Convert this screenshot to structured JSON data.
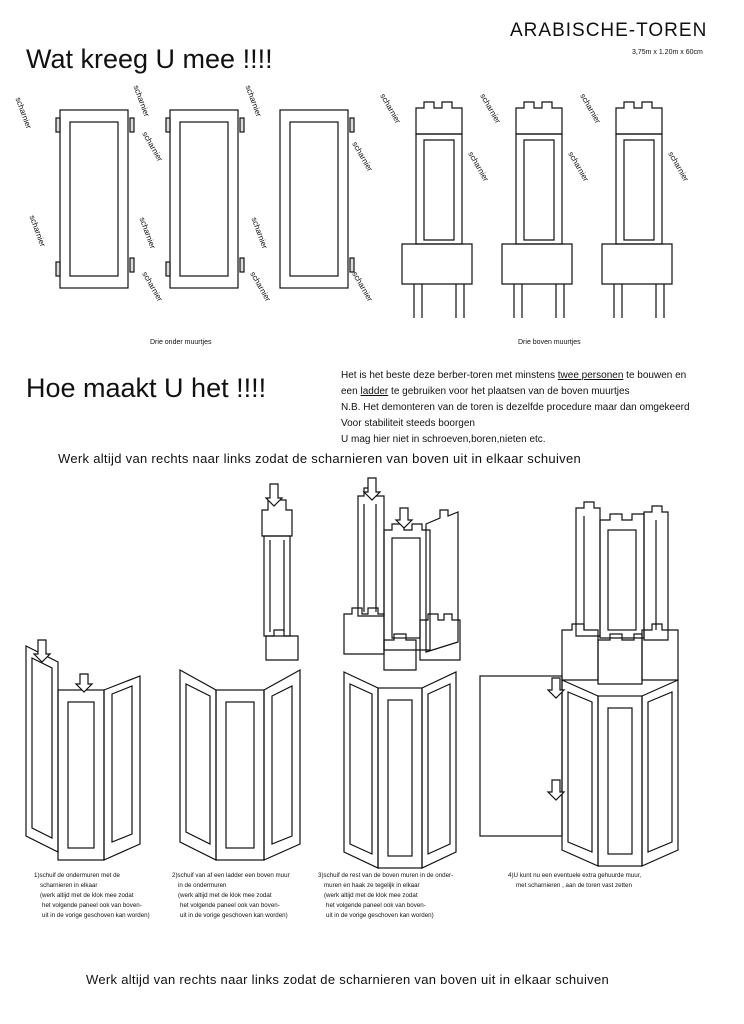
{
  "header": {
    "title": "ARABISCHE-TOREN",
    "dimensions": "3,75m x 1.20m x 60cm"
  },
  "section1": {
    "heading": "Wat kreeg U mee !!!!",
    "hinge_label": "scharnier",
    "caption_lower": "Drie onder muurtjes",
    "caption_upper": "Drie boven muurtjes"
  },
  "section2": {
    "heading": "Hoe maakt U het !!!!",
    "info": {
      "line1_a": "Het is het beste deze berber-toren met minstens ",
      "line1_u": "twee personen",
      "line1_b": " te bouwen en",
      "line2_a": "een ",
      "line2_u": "ladder",
      "line2_b": " te gebruiken voor het plaatsen van de boven muurtjes",
      "line3": "N.B. Het demonteren van de toren is dezelfde procedure maar dan omgekeerd",
      "line4": "Voor stabiliteit steeds boorgen",
      "line5": "U mag hier niet in schroeven,boren,nieten etc."
    },
    "rule": "Werk altijd van rechts naar links zodat de scharnieren van boven uit in elkaar schuiven"
  },
  "steps": [
    {
      "lines": [
        "1)schuif de ondermuren met de",
        "scharnieren in elkaar",
        "(werk altijd met de klok mee zodat",
        "het volgende paneel ook van boven-",
        "uit in de vorige geschoven kan worden)"
      ]
    },
    {
      "lines": [
        "2)schuif van af een ladder een boven muur",
        "in de ondermuren",
        "(werk altijd met de klok mee zodat",
        "het volgende paneel ook van boven-",
        "uit in de vorige geschoven kan worden)"
      ]
    },
    {
      "lines": [
        "3)schuif de rest van de boven muren in de onder-",
        "muren en haak ze tegelijk in elkaar",
        "(werk altijd met de klok mee zodat",
        "het volgende paneel ook van boven-",
        "uit in de vorige geschoven kan worden)"
      ]
    },
    {
      "lines": [
        "4)U kunt nu een eventuele extra gehuurde muur,",
        "met scharnieren , aan de toren vast zetten"
      ]
    }
  ],
  "footer": {
    "rule": "Werk altijd van rechts naar links zodat de scharnieren van boven uit in elkaar schuiven"
  }
}
